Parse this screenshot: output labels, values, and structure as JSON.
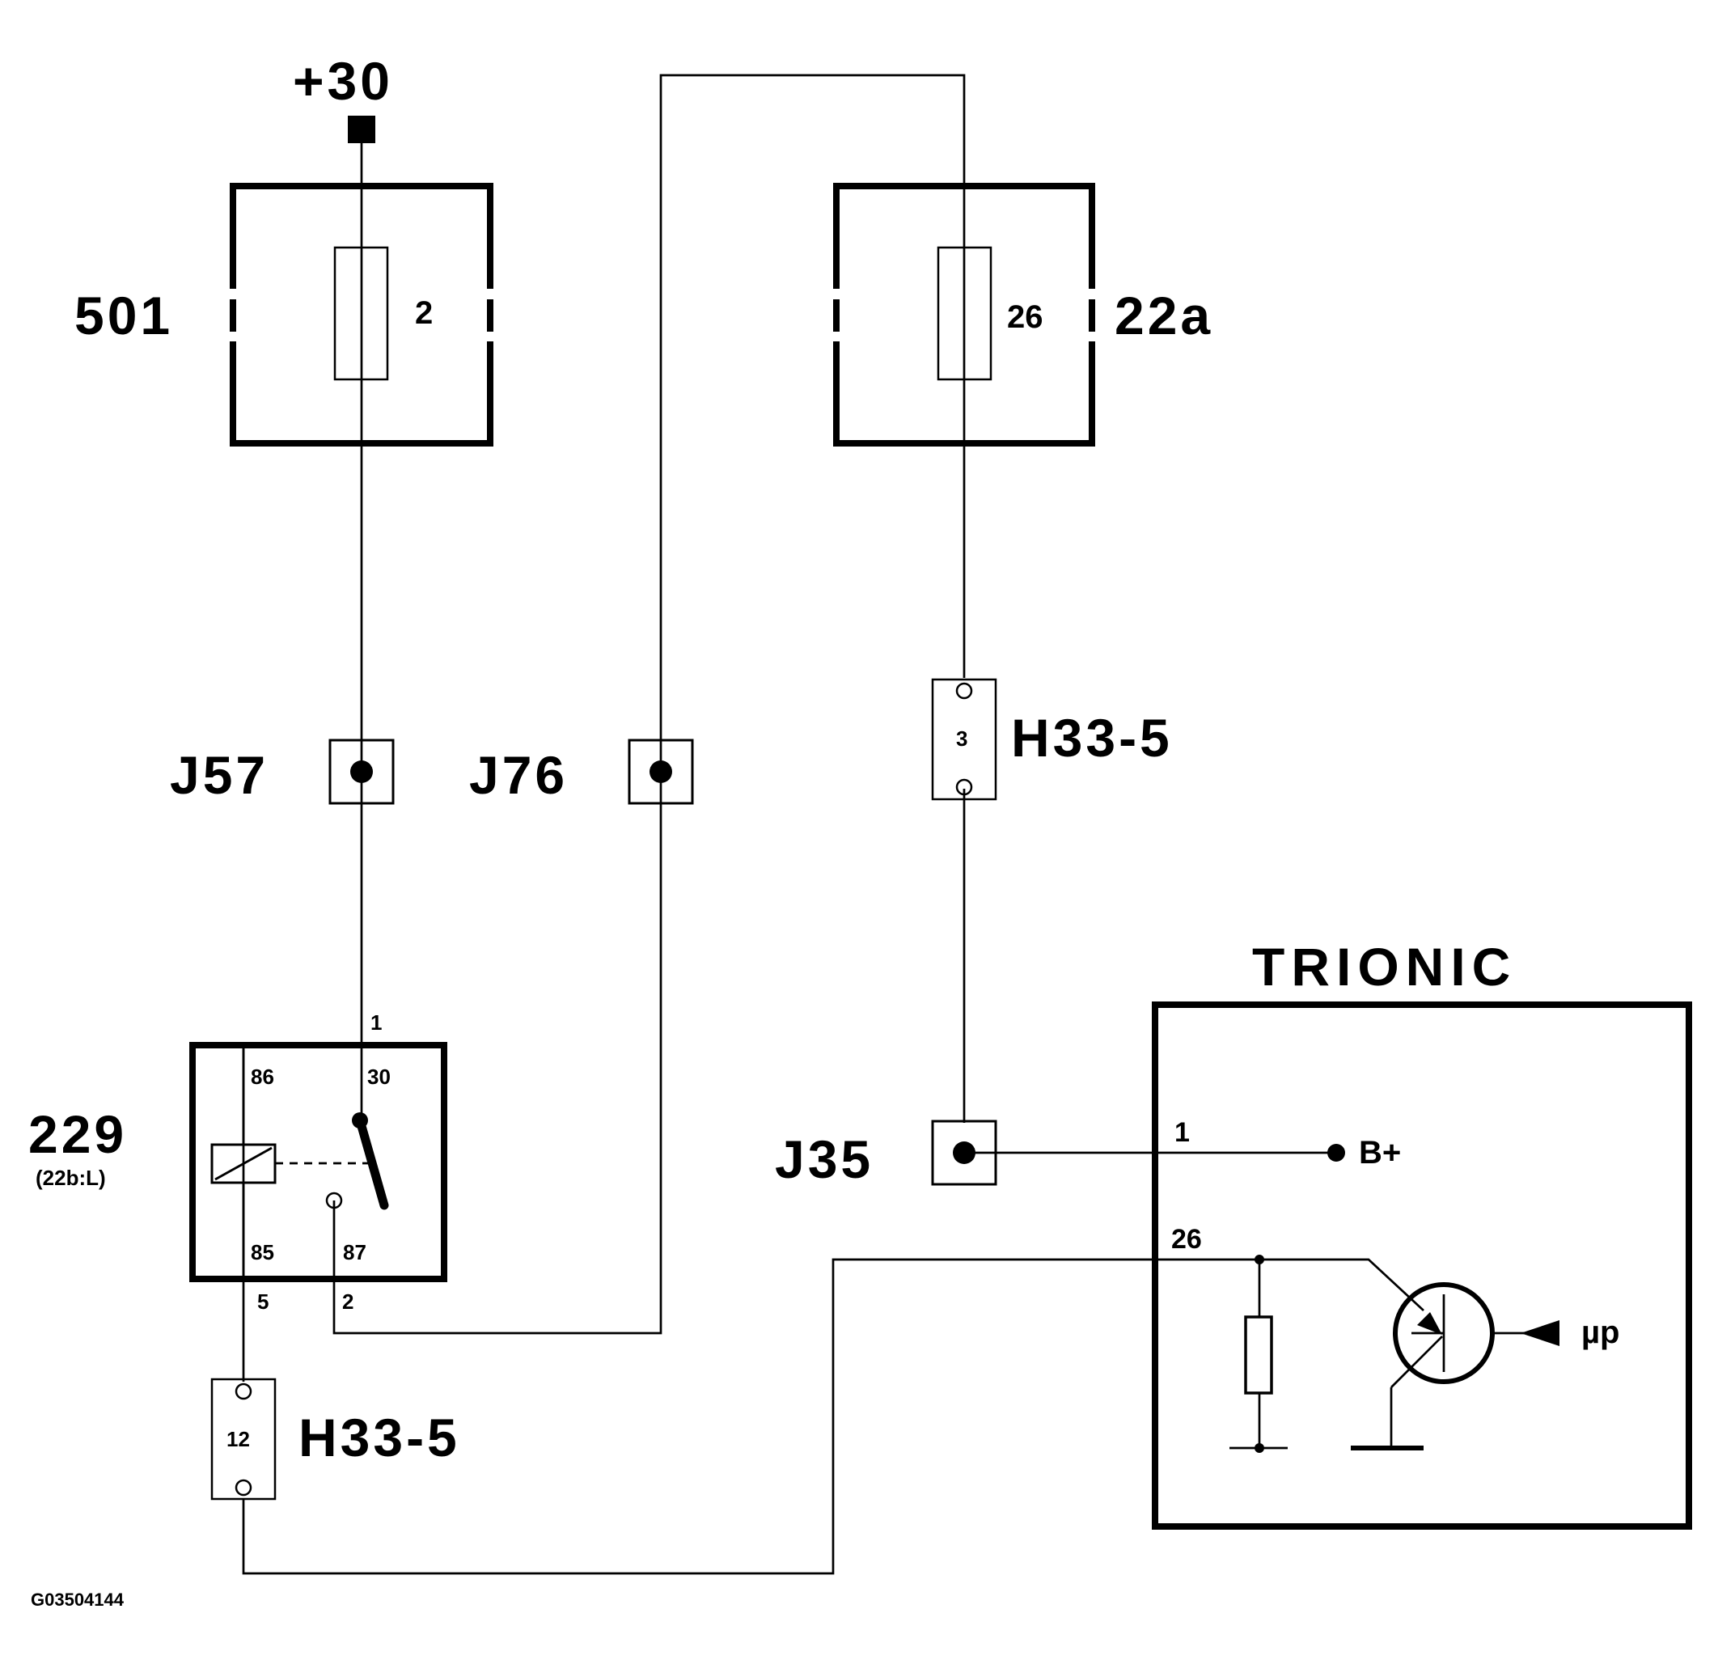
{
  "supply": {
    "label": "+30"
  },
  "fuses": {
    "left": {
      "id": "501",
      "number": "2"
    },
    "right": {
      "id": "22a",
      "number": "26"
    }
  },
  "junctions": {
    "j57": "J57",
    "j76": "J76",
    "j35": "J35"
  },
  "connectors": {
    "upper": {
      "id": "H33-5",
      "pin": "3"
    },
    "lower": {
      "id": "H33-5",
      "pin": "12"
    }
  },
  "relay": {
    "id": "229",
    "sub": "(22b:L)",
    "pin_top": "1",
    "terminal_86": "86",
    "terminal_30": "30",
    "terminal_85": "85",
    "terminal_87": "87",
    "pin_bottom_left": "5",
    "pin_bottom_right": "2"
  },
  "ecu": {
    "title": "TRIONIC",
    "pin1": "1",
    "pin26": "26",
    "supply_label": "B+",
    "processor_label": "µp"
  },
  "reference": "G03504144"
}
